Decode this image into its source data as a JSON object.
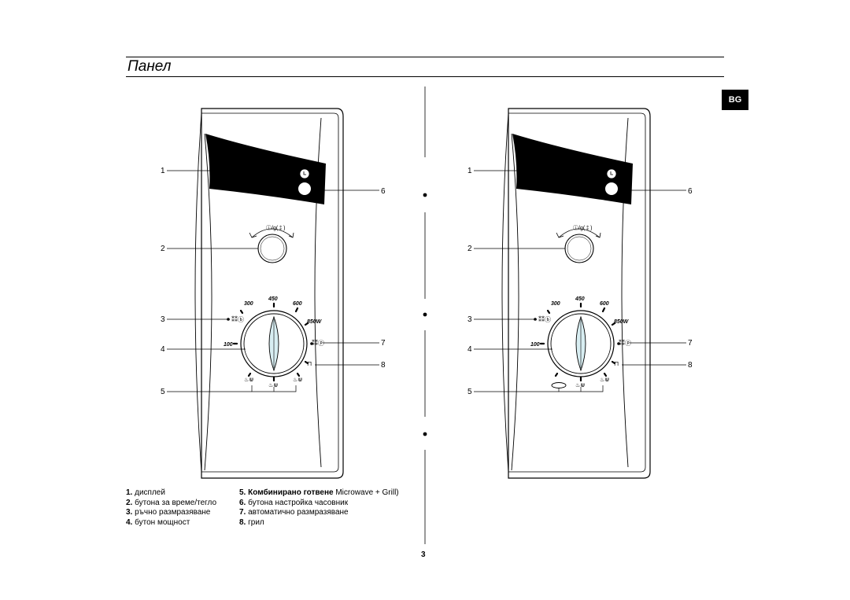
{
  "page_title": "Панел",
  "lang_badge": "BG",
  "page_number": "3",
  "callouts": {
    "n1": "1",
    "n2": "2",
    "n3": "3",
    "n4": "4",
    "n5": "5",
    "n6": "6",
    "n7": "7",
    "n8": "8"
  },
  "power_labels": {
    "p100": "100",
    "p300": "300",
    "p450": "450",
    "p600": "600",
    "p850": "850W"
  },
  "legend_left": [
    {
      "num": "1.",
      "text": "дисплей"
    },
    {
      "num": "2.",
      "text": "бутона за време/тегло"
    },
    {
      "num": "3.",
      "text": "ръчно размразяване"
    },
    {
      "num": "4.",
      "text": "бутон мощност"
    }
  ],
  "legend_right": [
    {
      "num": "5.",
      "bold": "Комбинирано готвене",
      "text": " Microwave + Grill)"
    },
    {
      "num": "6.",
      "bold": "",
      "text": "бутона настройка часовник"
    },
    {
      "num": "7.",
      "bold": "",
      "text": "автоматично размразяване"
    },
    {
      "num": "8.",
      "bold": "",
      "text": "грил"
    }
  ]
}
